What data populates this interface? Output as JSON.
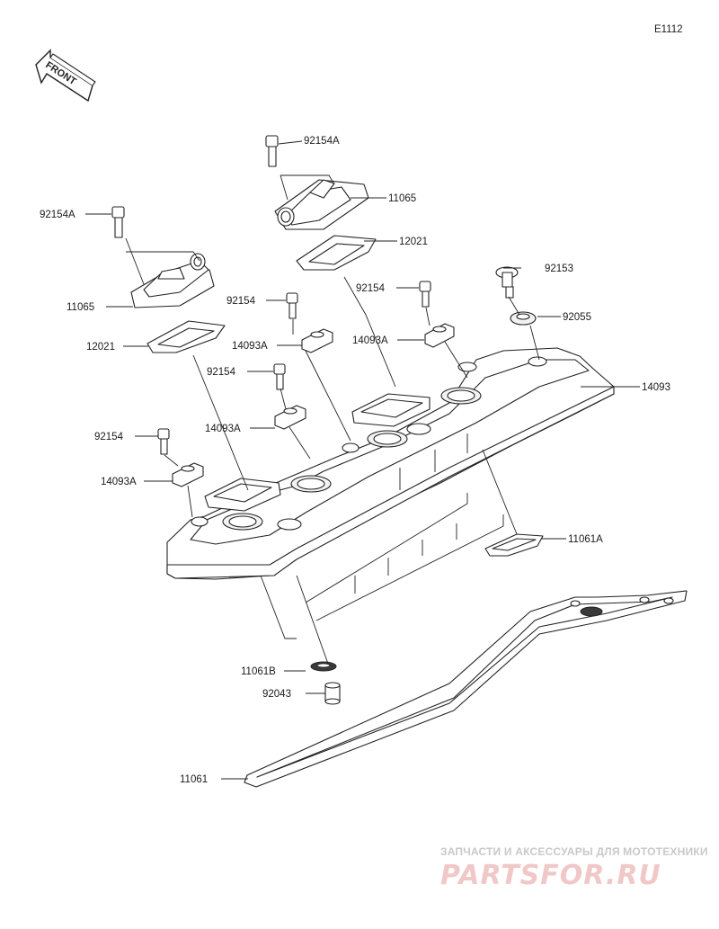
{
  "diagram_code": "E1112",
  "front_arrow": {
    "label": "FRONT",
    "icon": "front-direction-arrow-icon"
  },
  "parts": {
    "p92154A_top": "92154A",
    "p11065_top": "11065",
    "p12021_top": "12021",
    "p92154A_left": "92154A",
    "p11065_left": "11065",
    "p12021_left": "12021",
    "p92154_a": "92154",
    "p14093A_a": "14093A",
    "p92154_b": "92154",
    "p14093A_b": "14093A",
    "p92153": "92153",
    "p92055": "92055",
    "p92154_c": "92154",
    "p14093A_c": "14093A",
    "p14093": "14093",
    "p92154_d": "92154",
    "p14093A_d": "14093A",
    "p11061A": "11061A",
    "p11061B": "11061B",
    "p92043": "92043",
    "p11061": "11061"
  },
  "watermark": {
    "line1": "ЗАПЧАСТИ И АКСЕССУАРЫ ДЛЯ МОТОТЕХНИКИ",
    "line2": "PARTSFOR.RU"
  }
}
